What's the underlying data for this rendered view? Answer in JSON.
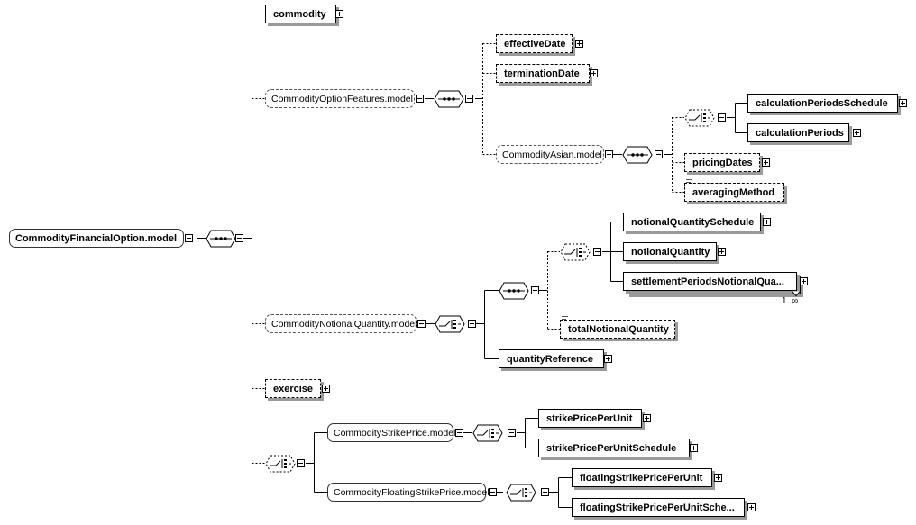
{
  "root": {
    "label": "CommodityFinancialOption.model"
  },
  "elements": {
    "commodity": "commodity",
    "effectiveDate": "effectiveDate",
    "terminationDate": "terminationDate",
    "calculationPeriodsSchedule": "calculationPeriodsSchedule",
    "calculationPeriods": "calculationPeriods",
    "pricingDates": "pricingDates",
    "averagingMethod": "averagingMethod",
    "notionalQuantitySchedule": "notionalQuantitySchedule",
    "notionalQuantity": "notionalQuantity",
    "settlementPeriodsNotionalQuantity": "settlementPeriodsNotionalQua...",
    "totalNotionalQuantity": "totalNotionalQuantity",
    "quantityReference": "quantityReference",
    "exercise": "exercise",
    "strikePricePerUnit": "strikePricePerUnit",
    "strikePricePerUnitSchedule": "strikePricePerUnitSchedule",
    "floatingStrikePricePerUnit": "floatingStrikePricePerUnit",
    "floatingStrikePricePerUnitSchedule": "floatingStrikePricePerUnitSche..."
  },
  "groups": {
    "optionFeatures": "CommodityOptionFeatures.model",
    "asian": "CommodityAsian.model",
    "notionalQuantity": "CommodityNotionalQuantity.model",
    "strikePrice": "CommodityStrikePrice.model",
    "floatingStrikePrice": "CommodityFloatingStrikePrice.model"
  },
  "cardinality": {
    "settlementPeriods": "1..∞"
  },
  "compositors": {
    "sequence": "sequence",
    "choice": "choice"
  },
  "colors": {
    "line": "#000000",
    "shadow": "#9a9a9a",
    "dashed": "#555555"
  }
}
